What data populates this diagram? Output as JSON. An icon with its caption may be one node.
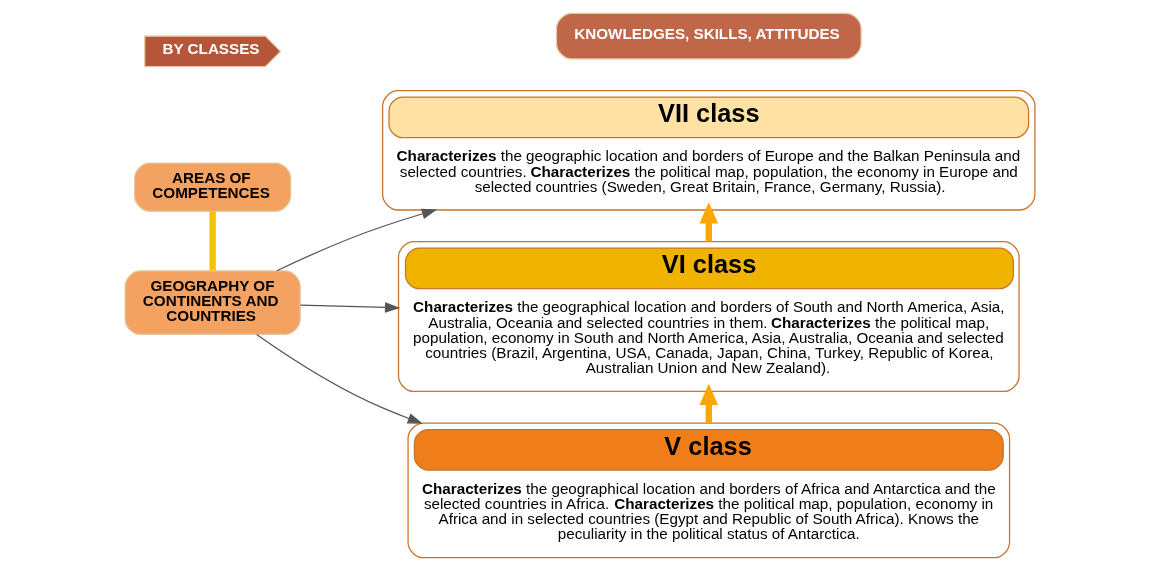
{
  "diagram": {
    "nodes": [
      {
        "text": [
          "AREAS OF COMPETENCES"
        ]
      },
      {
        "text": [
          "GEOGRAPHY OF CONTINENTS AND COUNTRIES"
        ]
      },
      {
        "text": [
          "BY CLASSES"
        ]
      },
      {
        "text": [
          "KNOWLEDGES, SKILLS, ATTITUDES"
        ]
      },
      {
        "text": [
          "VII class",
          "**Characterizes** the geographic location and borders of Europe and the Balkan Peninsula and selected countries. **Characterizes** the political map, population, the economy in Europe and selected countries (Sweden, Great Britain, France, Germany, Russia)."
        ]
      },
      {
        "text": [
          "VI class",
          "**Characterizes** the geographical location and borders of South and North America, Asia, Australia, Oceania and selected countries in them. **Characterizes** the political map, population, economy in South and North America, Asia, Australia, Oceania and selected countries (Brazil, Argentina, USA, Canada, Japan, China, Turkey, Republic of Korea, Australian Union and New Zealand)."
        ]
      },
      {
        "text": [
          "V class",
          "**Characterizes** the geographical location and borders of Africa and Antarctica and the selected countries in Africa. **Characterizes** the political map, population, economy in Africa and in selected countries (Egypt and Republic of South Africa). Knows the peculiarity in the political status of Antarctica."
        ]
      }
    ],
    "edges": [
      {
        "from": 0,
        "to": 1,
        "arrow": "none",
        "style": "thick",
        "color": "#f5c400"
      },
      {
        "from": 1,
        "to": 4,
        "arrow": "to"
      },
      {
        "from": 1,
        "to": 5,
        "arrow": "to"
      },
      {
        "from": 1,
        "to": 6,
        "arrow": "to"
      },
      {
        "from": 6,
        "to": 5,
        "arrow": "to",
        "style": "thick",
        "color": "#ffa500"
      },
      {
        "from": 5,
        "to": 4,
        "arrow": "to",
        "style": "thick",
        "color": "#ffa500"
      }
    ]
  }
}
